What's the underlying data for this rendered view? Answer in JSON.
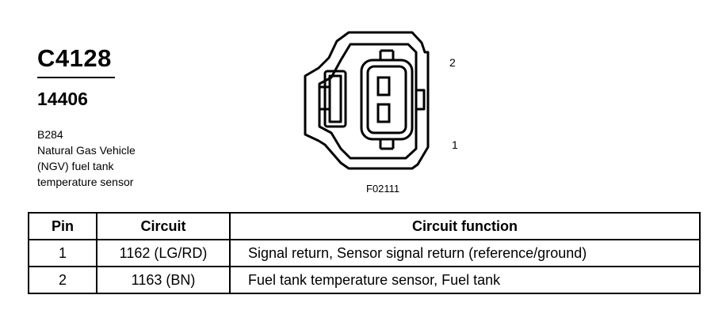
{
  "connector": {
    "id": "C4128",
    "part_number": "14406",
    "component_code": "B284",
    "component_description_lines": [
      "Natural Gas Vehicle",
      "(NGV) fuel tank",
      "temperature sensor"
    ]
  },
  "diagram": {
    "pin_labels": [
      "2",
      "1"
    ],
    "figure_code": "F02111"
  },
  "table": {
    "headers": [
      "Pin",
      "Circuit",
      "Circuit function"
    ],
    "rows": [
      {
        "pin": "1",
        "circuit": "1162 (LG/RD)",
        "function": "Signal return, Sensor signal return (reference/ground)"
      },
      {
        "pin": "2",
        "circuit": "1163 (BN)",
        "function": "Fuel tank temperature sensor, Fuel tank"
      }
    ]
  }
}
